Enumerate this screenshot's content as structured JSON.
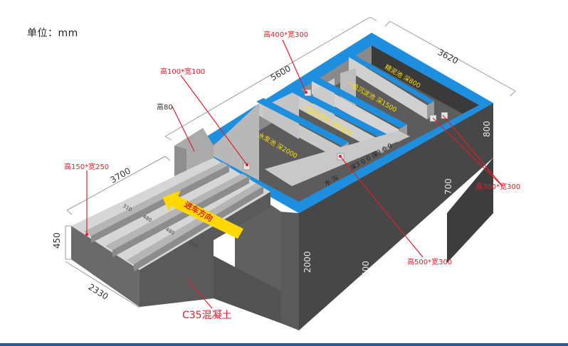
{
  "unit_label": "单位：mm",
  "dimensions": {
    "length_total": "5600",
    "width_total": "3620",
    "ramp_length": "3700",
    "ramp_width": "2330",
    "ramp_height": "450",
    "height_back": "800",
    "height_mid": "700",
    "height_front": "2000",
    "height_low": "500",
    "groove_310_a": "310",
    "groove_480_a": "480",
    "groove_480_b": "480",
    "groove_310_b": "310"
  },
  "callouts": {
    "c1": "高400*宽300",
    "c2": "高100*宽100",
    "c3": "高80",
    "c4": "高150*宽250",
    "c5": "高300*宽300",
    "c6": "高500*宽300"
  },
  "tanks": {
    "t1": "精泥池  深800",
    "t2": "一级沉淀池  深1500",
    "t3": "二级沉淀池  深1500",
    "t4": "水泵池  深2000",
    "channel_a": "水 沟",
    "channel_b": "深3 0 0   深3 0 0"
  },
  "arrow_label": "进车方向",
  "material_label": "C35混凝土",
  "colors": {
    "blue_rim": "#1e8fde",
    "concrete_top": "#d4d4d4",
    "concrete_side": "#5e5e5e",
    "concrete_dark": "#474747",
    "wall_light": "#c6c6c6",
    "callout_red": "#e0202a",
    "arrow_yellow": "#ffd800",
    "label_yellow": "#ffe000"
  }
}
